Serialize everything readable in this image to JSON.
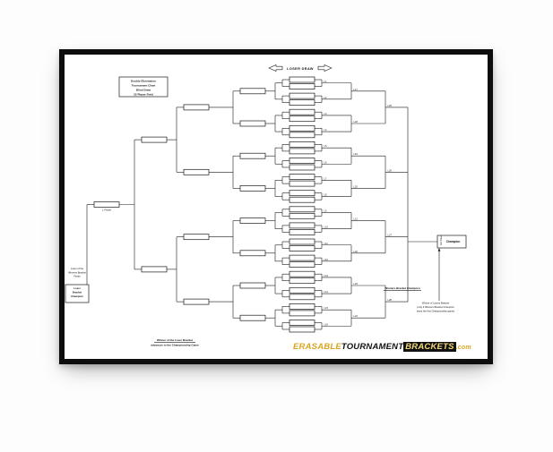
{
  "header": {
    "loser_draw_label": "LOSER DRAW",
    "title_lines": [
      "Double Elimination",
      "Tournament Chart",
      "Blind Draw",
      "32 Player Field"
    ]
  },
  "bracket": {
    "slot_count": 32,
    "pair_labels": [
      "L1",
      "L2",
      "L3",
      "L4",
      "L5",
      "L6",
      "L7",
      "L8",
      "L9",
      "L10",
      "L11",
      "L12",
      "L13",
      "L14",
      "L15",
      "L16"
    ],
    "tier2_labels": [
      "L17",
      "L18",
      "L19",
      "L20",
      "L21",
      "L22",
      "L23",
      "L24"
    ],
    "tier3_labels": [
      "L25",
      "L26",
      "L27",
      "L28"
    ],
    "finals_label": "L Finals",
    "left_note_lines": [
      "Loser of the",
      "Winners Bracket",
      "Finals"
    ],
    "left_final_box_lines": [
      "Loser",
      "Bracket",
      "Champion"
    ],
    "bottom_note_lines": [
      "Winner of the Loser Bracket",
      "advances to the Championship Game"
    ],
    "winners_champion_label": "Winners Bracket Champion",
    "right_note_lines": [
      "Winner of Losers Bracket",
      "(only if Winners Bracket Champion",
      "loses the first Championship game)"
    ],
    "champion_label": "Champion",
    "second_place_label": "2nd Place"
  },
  "branding": {
    "erasable": "ERASABLE",
    "tournament": "TOURNAMENT",
    "brackets": "BRACKETS",
    "suffix": ".com"
  }
}
